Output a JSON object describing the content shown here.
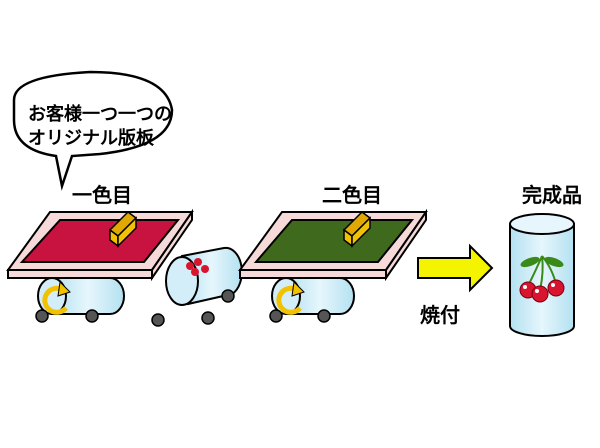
{
  "bubble": {
    "line1": "お客様一つ一つの",
    "line2": "オリジナル版板"
  },
  "steps": {
    "first_color": "一色目",
    "second_color": "二色目",
    "firing": "焼付",
    "finished": "完成品"
  },
  "colors": {
    "frame_fill": "#f6dada",
    "screen_first": "#c8123f",
    "screen_second": "#3f6a1e",
    "squeegee": "#f2c200",
    "cylinder": "#d3eef8",
    "cylinder_edge": "#a9dcef",
    "arrow": "#f4f400",
    "cherry": "#d8142e",
    "leaf": "#3a8a1a"
  },
  "icons": {
    "rotate": "rotation-arrow-icon",
    "process": "right-arrow-icon"
  }
}
